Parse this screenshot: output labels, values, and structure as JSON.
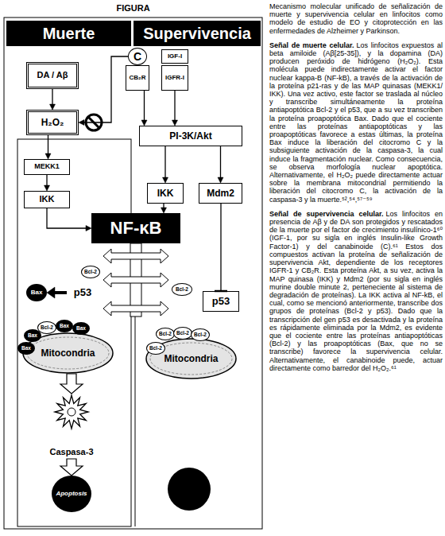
{
  "diagram": {
    "title": "FIGURA",
    "caption": "Mecanismo molecular unificado de señalización de muerte y supervivencia celular en linfocitos como modelo de estudio de EO y citoprotección en las enfermedades de Alzheimer y Parkinson.",
    "nodes": [
      {
        "text": [
          "Muerte"
        ]
      },
      {
        "text": [
          "Supervivencia"
        ]
      },
      {
        "text": [
          "DA / Aβ"
        ]
      },
      {
        "text": [
          "H₂O₂"
        ]
      },
      {
        "text": [
          "C"
        ]
      },
      {
        "text": [
          "CB₂R"
        ]
      },
      {
        "text": [
          "IGF-I"
        ]
      },
      {
        "text": [
          "IGFR-I"
        ]
      },
      {
        "text": [
          "MEKK1"
        ]
      },
      {
        "text": [
          "IKK"
        ]
      },
      {
        "text": [
          "PI-3K/Akt"
        ]
      },
      {
        "text": [
          "IKK"
        ]
      },
      {
        "text": [
          "Mdm2"
        ]
      },
      {
        "text": [
          "NF-κB"
        ]
      },
      {
        "text": [
          "Bcl-2"
        ]
      },
      {
        "text": [
          "Bax"
        ]
      },
      {
        "text": [
          "p53"
        ]
      },
      {
        "text": [
          "p53"
        ]
      },
      {
        "text": [
          "Bcl-2"
        ]
      },
      {
        "text": [
          "Mitocondria"
        ]
      },
      {
        "text": [
          "Bcl-2"
        ]
      },
      {
        "text": [
          "Bax"
        ]
      },
      {
        "text": [
          "Bax"
        ]
      },
      {
        "text": [
          "Bax"
        ]
      },
      {
        "text": [
          "Bax"
        ]
      },
      {
        "text": [
          "Mitocondria"
        ]
      },
      {
        "text": [
          "Bcl-2"
        ]
      },
      {
        "text": [
          "Bcl-2"
        ]
      },
      {
        "text": [
          "Bcl-2"
        ]
      },
      {
        "text": [
          "Bcl-2"
        ]
      },
      {
        "text": [
          "Caspasa-3"
        ]
      },
      {
        "text": [
          "Apoptosis"
        ]
      }
    ],
    "edges": [
      {
        "from": 2,
        "to": 3,
        "arrow": "to"
      },
      {
        "from": 3,
        "to": 8,
        "arrow": "to"
      },
      {
        "from": 8,
        "to": 9,
        "arrow": "to"
      },
      {
        "from": 9,
        "to": 13,
        "arrow": "to"
      },
      {
        "from": 4,
        "to": 3,
        "arrow": "to"
      },
      {
        "from": 5,
        "to": 10,
        "arrow": "to"
      },
      {
        "from": 7,
        "to": 10,
        "arrow": "to"
      },
      {
        "from": 10,
        "to": 11,
        "arrow": "to"
      },
      {
        "from": 10,
        "to": 12,
        "arrow": "to"
      },
      {
        "from": 11,
        "to": 13,
        "arrow": "to"
      },
      {
        "from": 12,
        "to": 17,
        "arrow": "to"
      },
      {
        "from": 16,
        "to": 15,
        "arrow": "to"
      },
      {
        "from": 19,
        "to": 30,
        "arrow": "to"
      },
      {
        "from": 30,
        "to": 31,
        "arrow": "to"
      }
    ],
    "labels": [
      "Señal de muerte celular.",
      "Los linfocitos expuestos al beta amiloide (Aβ[25-35]), y la dopamina (DA) producen peróxido de hidrógeno (H₂O₂). Esta molécula puede indirectamente activar el factor nuclear kappa-B (NF-kB), a través de la activación de la proteína p21-ras y de las MAP quinasas (MEKK1/ IKK). Una vez activo, este factor se traslada al núcleo y transcribe simultáneamente la proteína antiapoptótica Bcl-2 y el p53, que a su vez transcriben la proteína proapoptótica Bax. Dado que el cociente entre las proteínas antiapoptóticas y las proapoptóticas favorece a estas últimas, la proteína Bax induce la liberación del citocromo C y la subsiguiente activación de la caspasa-3, la cual induce la fragmentación nuclear. Como consecuencia, se observa morfología nuclear apoptótica. Alternativamente, el H₂O₂ puede directamente actuar sobre la membrana mitocondrial permitiendo la liberación del citocromo C, la activación de la caspasa-3 y la muerte.⁵²,⁵⁴,⁵⁷⁻⁵⁹",
      "Señal de supervivencia celular.",
      "Los linfocitos en presencia de Aβ y de DA son protegidos y rescatados de la muerte por el factor de crecimiento insulínico-1⁶⁰ (IGF-1, por su sigla en inglés Insulin-like Growth Factor-1) y del canabinoide (C).⁶¹ Estos dos compuestos activan la proteína de señalización de supervivencia Akt, dependiente de los receptores IGFR-1 y CB₂R. Esta proteína Akt, a su vez, activa la MAP quinasa (IKK) y Mdm2 (por su sigla en inglés murine double minute 2, perteneciente al sistema de degradación de proteínas). La IKK activa al NF-kB, el cual, como se mencionó anteriormente, transcribe dos grupos de proteínas (Bcl-2 y p53). Dado que la transcripción del gen p53 es desactivada y la proteína es rápidamente eliminada por la Mdm2, es evidente que el cociente entre las proteínas antiapoptóticas (Bcl-2) y las proapoptóticas (Bax, que no se transcribe) favorece la supervivencia celular. Alternativamente, el canabinoide puede, actuar directamente como barredor del H₂O₂.⁶¹"
    ]
  }
}
